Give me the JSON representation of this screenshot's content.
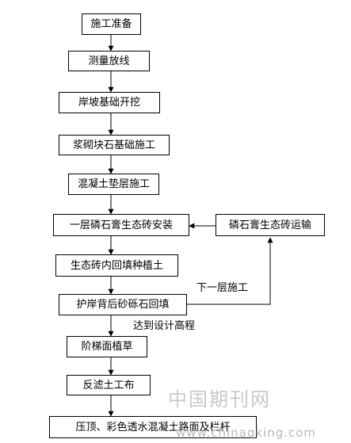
{
  "flowchart": {
    "steps": [
      "施工准备",
      "测量放线",
      "岸坡基础开挖",
      "浆砌块石基础施工",
      "混凝土垫层施工",
      "一层磷石膏生态砖安装",
      "生态砖内回填种植土",
      "护岸背后砂砾石回填",
      "阶梯面植草",
      "反滤土工布",
      "压顶、彩色透水混凝土路面及栏杆"
    ],
    "side_step": "磷石膏生态砖运输",
    "loop_label": "下一层施工",
    "condition_label": "达到设计高程"
  },
  "watermark": {
    "text": "中国期刊网",
    "url": "www.chinaqking.com"
  }
}
